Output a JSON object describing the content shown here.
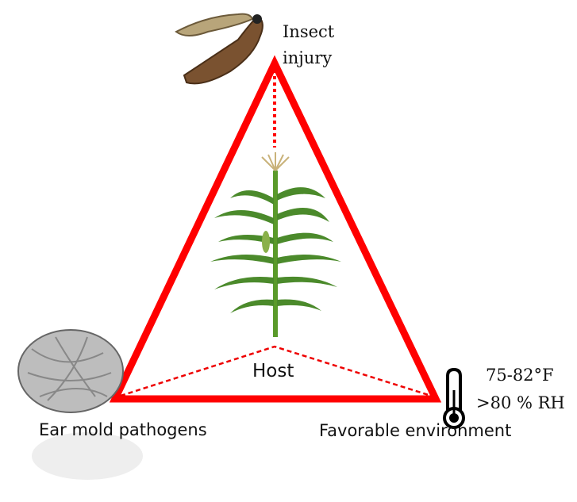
{
  "labels": {
    "insect": "Insect\ninjury",
    "insect_line1": "Insect",
    "insect_line2": "injury",
    "host": "Host",
    "pathogens": "Ear mold pathogens",
    "environment": "Favorable environment",
    "temperature": "75-82°F",
    "humidity": ">80 % RH"
  },
  "colors": {
    "triangle": "#ff0000",
    "text": "#111111"
  }
}
